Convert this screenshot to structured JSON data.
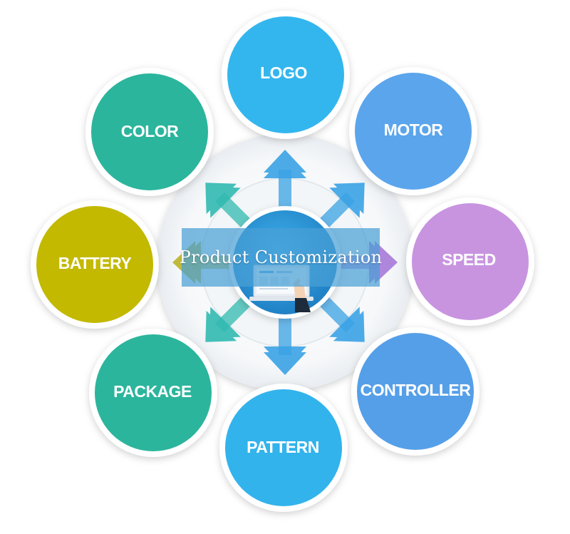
{
  "center": {
    "title": "Product Customization"
  },
  "nodes": [
    {
      "key": "logo",
      "label": "LOGO",
      "color": "#33b6ee"
    },
    {
      "key": "motor",
      "label": "MOTOR",
      "color": "#5ba5ec"
    },
    {
      "key": "speed",
      "label": "SPEED",
      "color": "#c894e0"
    },
    {
      "key": "controller",
      "label": "CONTROLLER",
      "color": "#559fe8"
    },
    {
      "key": "pattern",
      "label": "PATTERN",
      "color": "#32b3ec"
    },
    {
      "key": "package",
      "label": "PACKAGE",
      "color": "#2bb59c"
    },
    {
      "key": "battery",
      "label": "BATTERY",
      "color": "#c3b900"
    },
    {
      "key": "color",
      "label": "COLOR",
      "color": "#2bb59c"
    }
  ],
  "arrow_colors": {
    "teal": "#31b9b0",
    "blue": "#3aa2e4",
    "purple": "#a67ad8",
    "olive": "#b9b428"
  }
}
